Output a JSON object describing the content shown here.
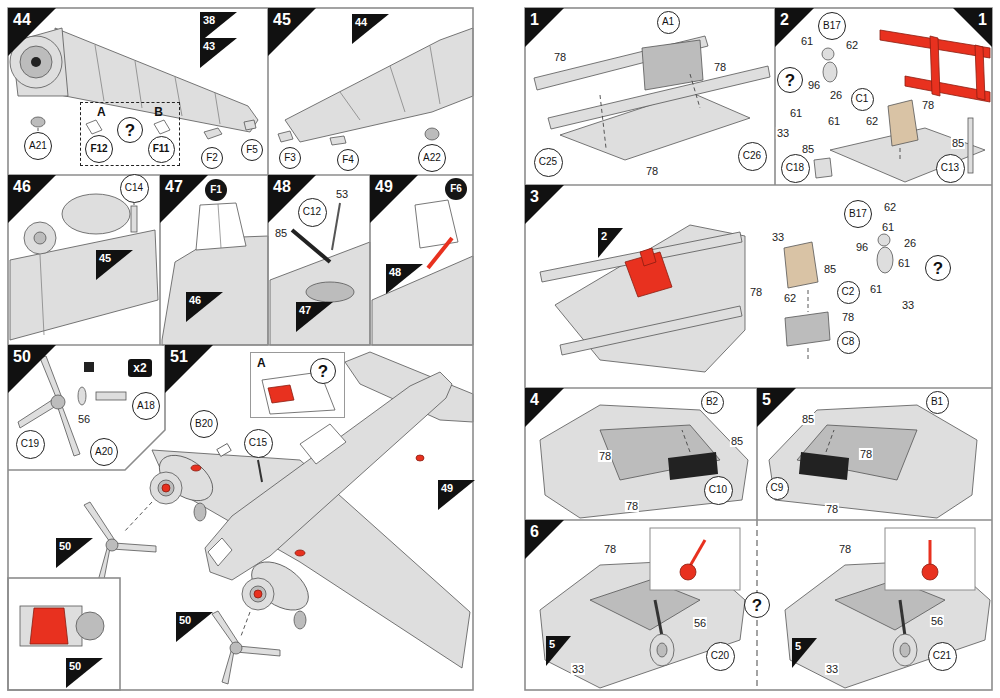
{
  "diagram": {
    "nodes": [
      {
        "text": [
          "44"
        ]
      },
      {
        "text": [
          "38"
        ]
      },
      {
        "text": [
          "43"
        ]
      },
      {
        "text": [
          "A21"
        ]
      },
      {
        "text": [
          "A",
          "B"
        ]
      },
      {
        "text": [
          "?"
        ],
        "in": 4
      },
      {
        "text": [
          "F12"
        ],
        "in": 4
      },
      {
        "text": [
          "F11"
        ],
        "in": 4
      },
      {
        "text": [
          "F2"
        ]
      },
      {
        "text": [
          "F5"
        ]
      },
      {
        "text": [
          "45"
        ]
      },
      {
        "text": [
          "44"
        ]
      },
      {
        "text": [
          "F3"
        ]
      },
      {
        "text": [
          "F4"
        ]
      },
      {
        "text": [
          "A22"
        ]
      },
      {
        "text": [
          "46"
        ]
      },
      {
        "text": [
          "C14"
        ]
      },
      {
        "text": [
          "45"
        ]
      },
      {
        "text": [
          "47"
        ]
      },
      {
        "text": [
          "F1"
        ]
      },
      {
        "text": [
          "46"
        ]
      },
      {
        "text": [
          "48"
        ]
      },
      {
        "text": [
          "C12"
        ]
      },
      {
        "text": [
          "47"
        ]
      },
      {
        "text": [
          "49"
        ]
      },
      {
        "text": [
          "F6"
        ]
      },
      {
        "text": [
          "48"
        ]
      },
      {
        "text": [
          "50"
        ]
      },
      {
        "text": [
          "x2"
        ]
      },
      {
        "text": [
          "A18"
        ]
      },
      {
        "text": [
          "C19"
        ]
      },
      {
        "text": [
          "A20"
        ]
      },
      {
        "text": [
          "51"
        ]
      },
      {
        "text": [
          "A"
        ]
      },
      {
        "text": [
          "?"
        ],
        "in": 33
      },
      {
        "text": [
          "B20"
        ]
      },
      {
        "text": [
          "C15"
        ]
      },
      {
        "text": [
          "49"
        ]
      },
      {
        "text": [
          "50"
        ]
      },
      {
        "text": [
          "50"
        ]
      },
      {
        "text": [
          "50"
        ]
      },
      {
        "text": [
          "1"
        ]
      },
      {
        "text": [
          "A1"
        ]
      },
      {
        "text": [
          "C25"
        ]
      },
      {
        "text": [
          "C26"
        ]
      },
      {
        "text": [
          "2"
        ]
      },
      {
        "text": [
          "1"
        ]
      },
      {
        "text": [
          "B17"
        ]
      },
      {
        "text": [
          "?"
        ]
      },
      {
        "text": [
          "C1"
        ]
      },
      {
        "text": [
          "C18"
        ]
      },
      {
        "text": [
          "C13"
        ]
      },
      {
        "text": [
          "3"
        ]
      },
      {
        "text": [
          "2"
        ]
      },
      {
        "text": [
          "B17"
        ]
      },
      {
        "text": [
          "?"
        ]
      },
      {
        "text": [
          "C2"
        ]
      },
      {
        "text": [
          "C8"
        ]
      },
      {
        "text": [
          "4"
        ]
      },
      {
        "text": [
          "B2"
        ]
      },
      {
        "text": [
          "C10"
        ]
      },
      {
        "text": [
          "5"
        ]
      },
      {
        "text": [
          "B1"
        ]
      },
      {
        "text": [
          "C9"
        ]
      },
      {
        "text": [
          "6"
        ]
      },
      {
        "text": [
          "?"
        ]
      },
      {
        "text": [
          "5"
        ]
      },
      {
        "text": [
          "C20"
        ]
      },
      {
        "text": [
          "5"
        ]
      },
      {
        "text": [
          "C21"
        ]
      }
    ],
    "labels": [
      "53",
      "85",
      "56",
      "78",
      "78",
      "78",
      "61",
      "62",
      "96",
      "26",
      "61",
      "61",
      "62",
      "85",
      "33",
      "78",
      "85",
      "33",
      "62",
      "61",
      "26",
      "96",
      "61",
      "85",
      "61",
      "33",
      "78",
      "62",
      "78",
      "85",
      "78",
      "78",
      "85",
      "78",
      "78",
      "78",
      "56",
      "33",
      "78",
      "56",
      "33"
    ]
  }
}
